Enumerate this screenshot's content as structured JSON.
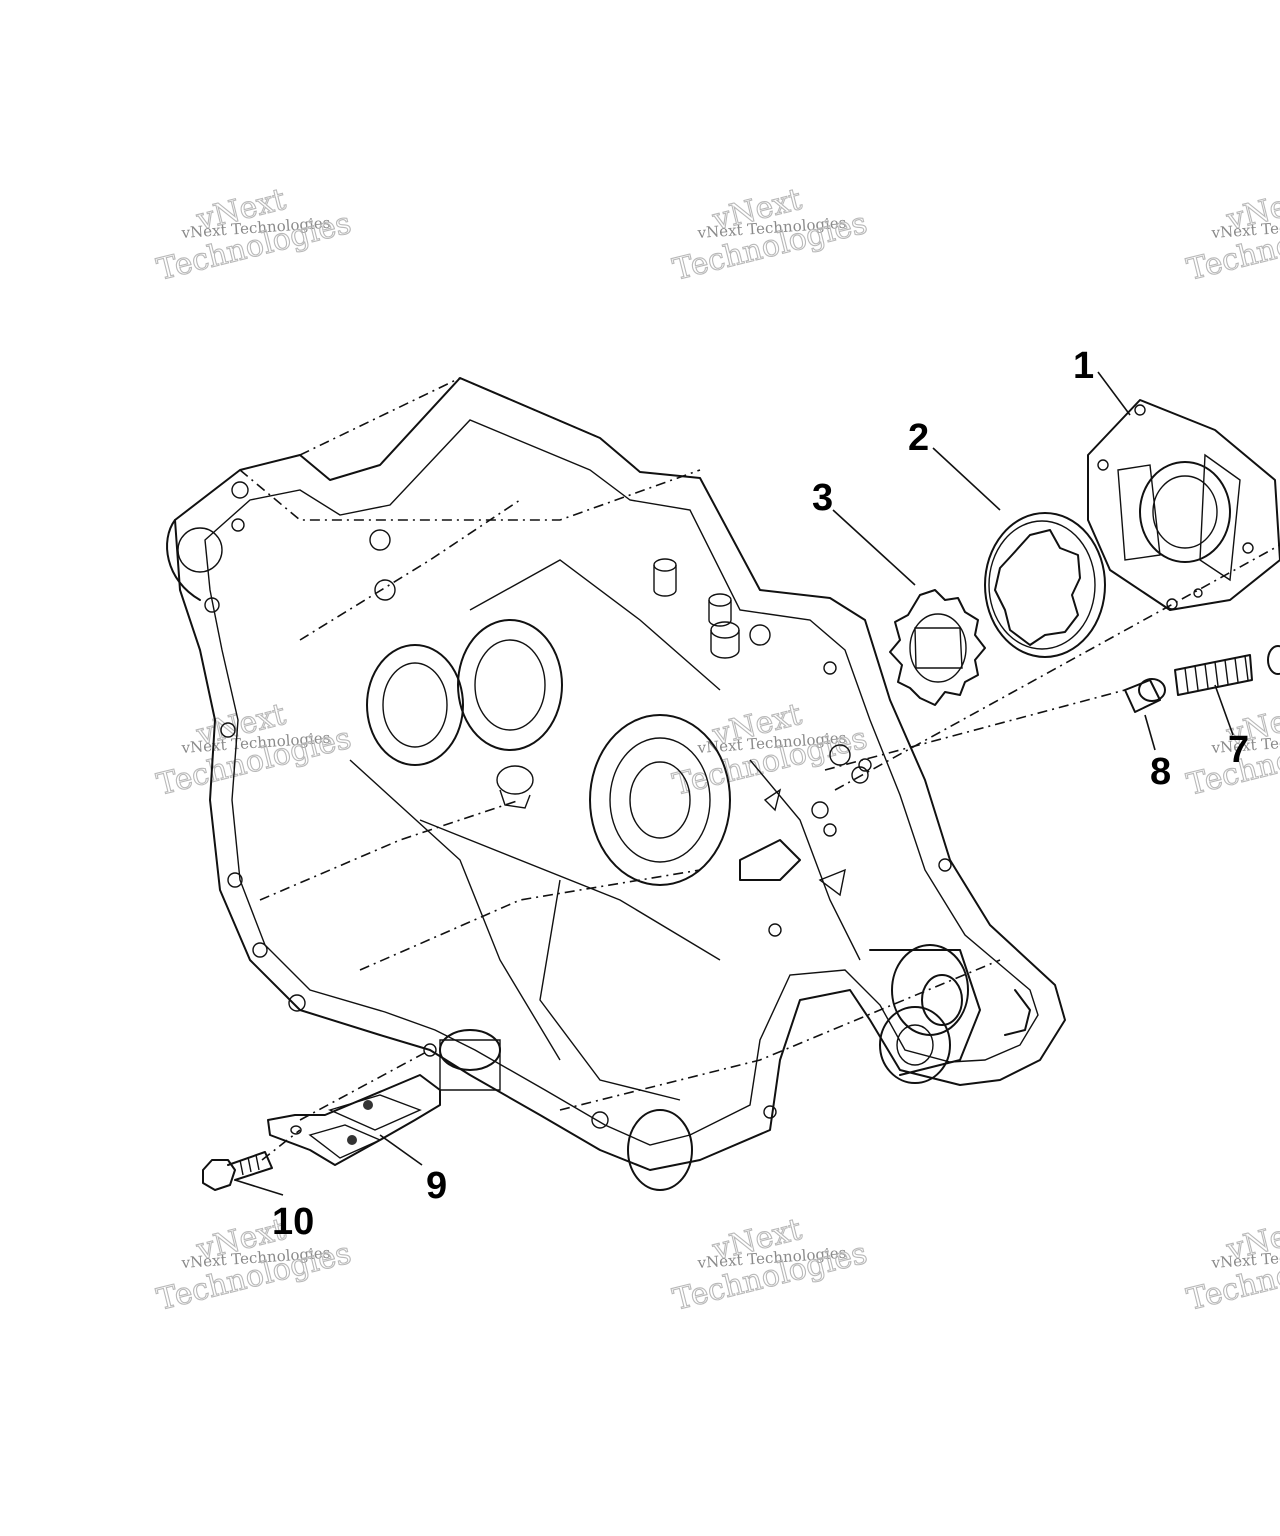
{
  "callouts": [
    "1",
    "2",
    "3",
    "7",
    "8",
    "9",
    "10"
  ],
  "watermark": {
    "line1": "vNext",
    "line2": "vNext Technologies",
    "line3": "Technologies"
  }
}
